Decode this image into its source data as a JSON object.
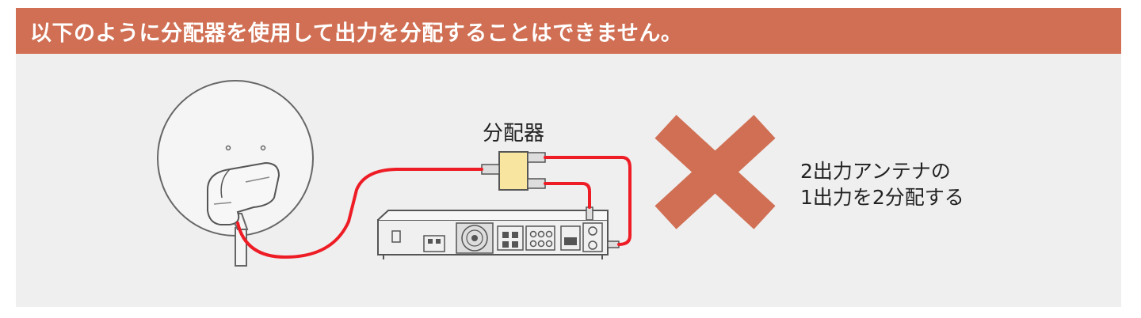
{
  "header": {
    "title": "以下のように分配器を使用して出力を分配することはできません。"
  },
  "diagram": {
    "splitter_label": "分配器",
    "note_line1": "2出力アンテナの",
    "note_line2": "1出力を2分配する",
    "cross_color": "#d06f53",
    "cable_color": "#ee1c25",
    "header_color": "#d06f53"
  }
}
